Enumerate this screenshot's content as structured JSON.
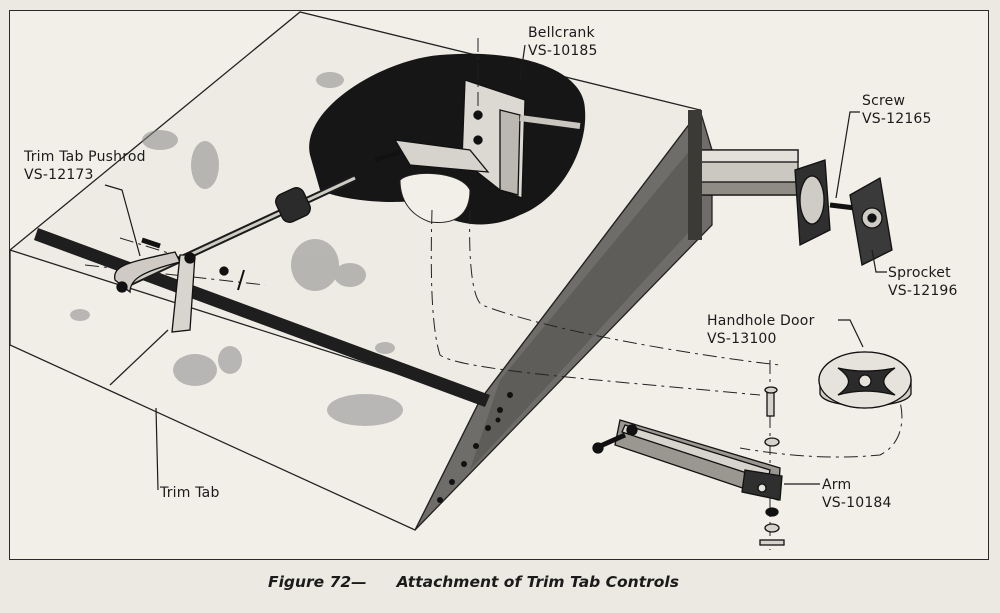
{
  "labels": {
    "bellcrank": {
      "name": "Bellcrank",
      "part": "VS-10185"
    },
    "pushrod": {
      "name": "Trim Tab Pushrod",
      "part": "VS-12173"
    },
    "screw": {
      "name": "Screw",
      "part": "VS-12165"
    },
    "sprocket": {
      "name": "Sprocket",
      "part": "VS-12196"
    },
    "handhole_door": {
      "name": "Handhole Door",
      "part": "VS-13100"
    },
    "arm": {
      "name": "Arm",
      "part": "VS-10184"
    },
    "trim_tab": {
      "name": "Trim Tab"
    }
  },
  "caption": {
    "figure": "Figure 72—",
    "title": "Attachment of Trim Tab Controls"
  },
  "colors": {
    "ink": "#1b1b1b",
    "paper": "#f2efe9",
    "shadow": "#2b2b2b",
    "smudge": "#8a8a8a"
  }
}
